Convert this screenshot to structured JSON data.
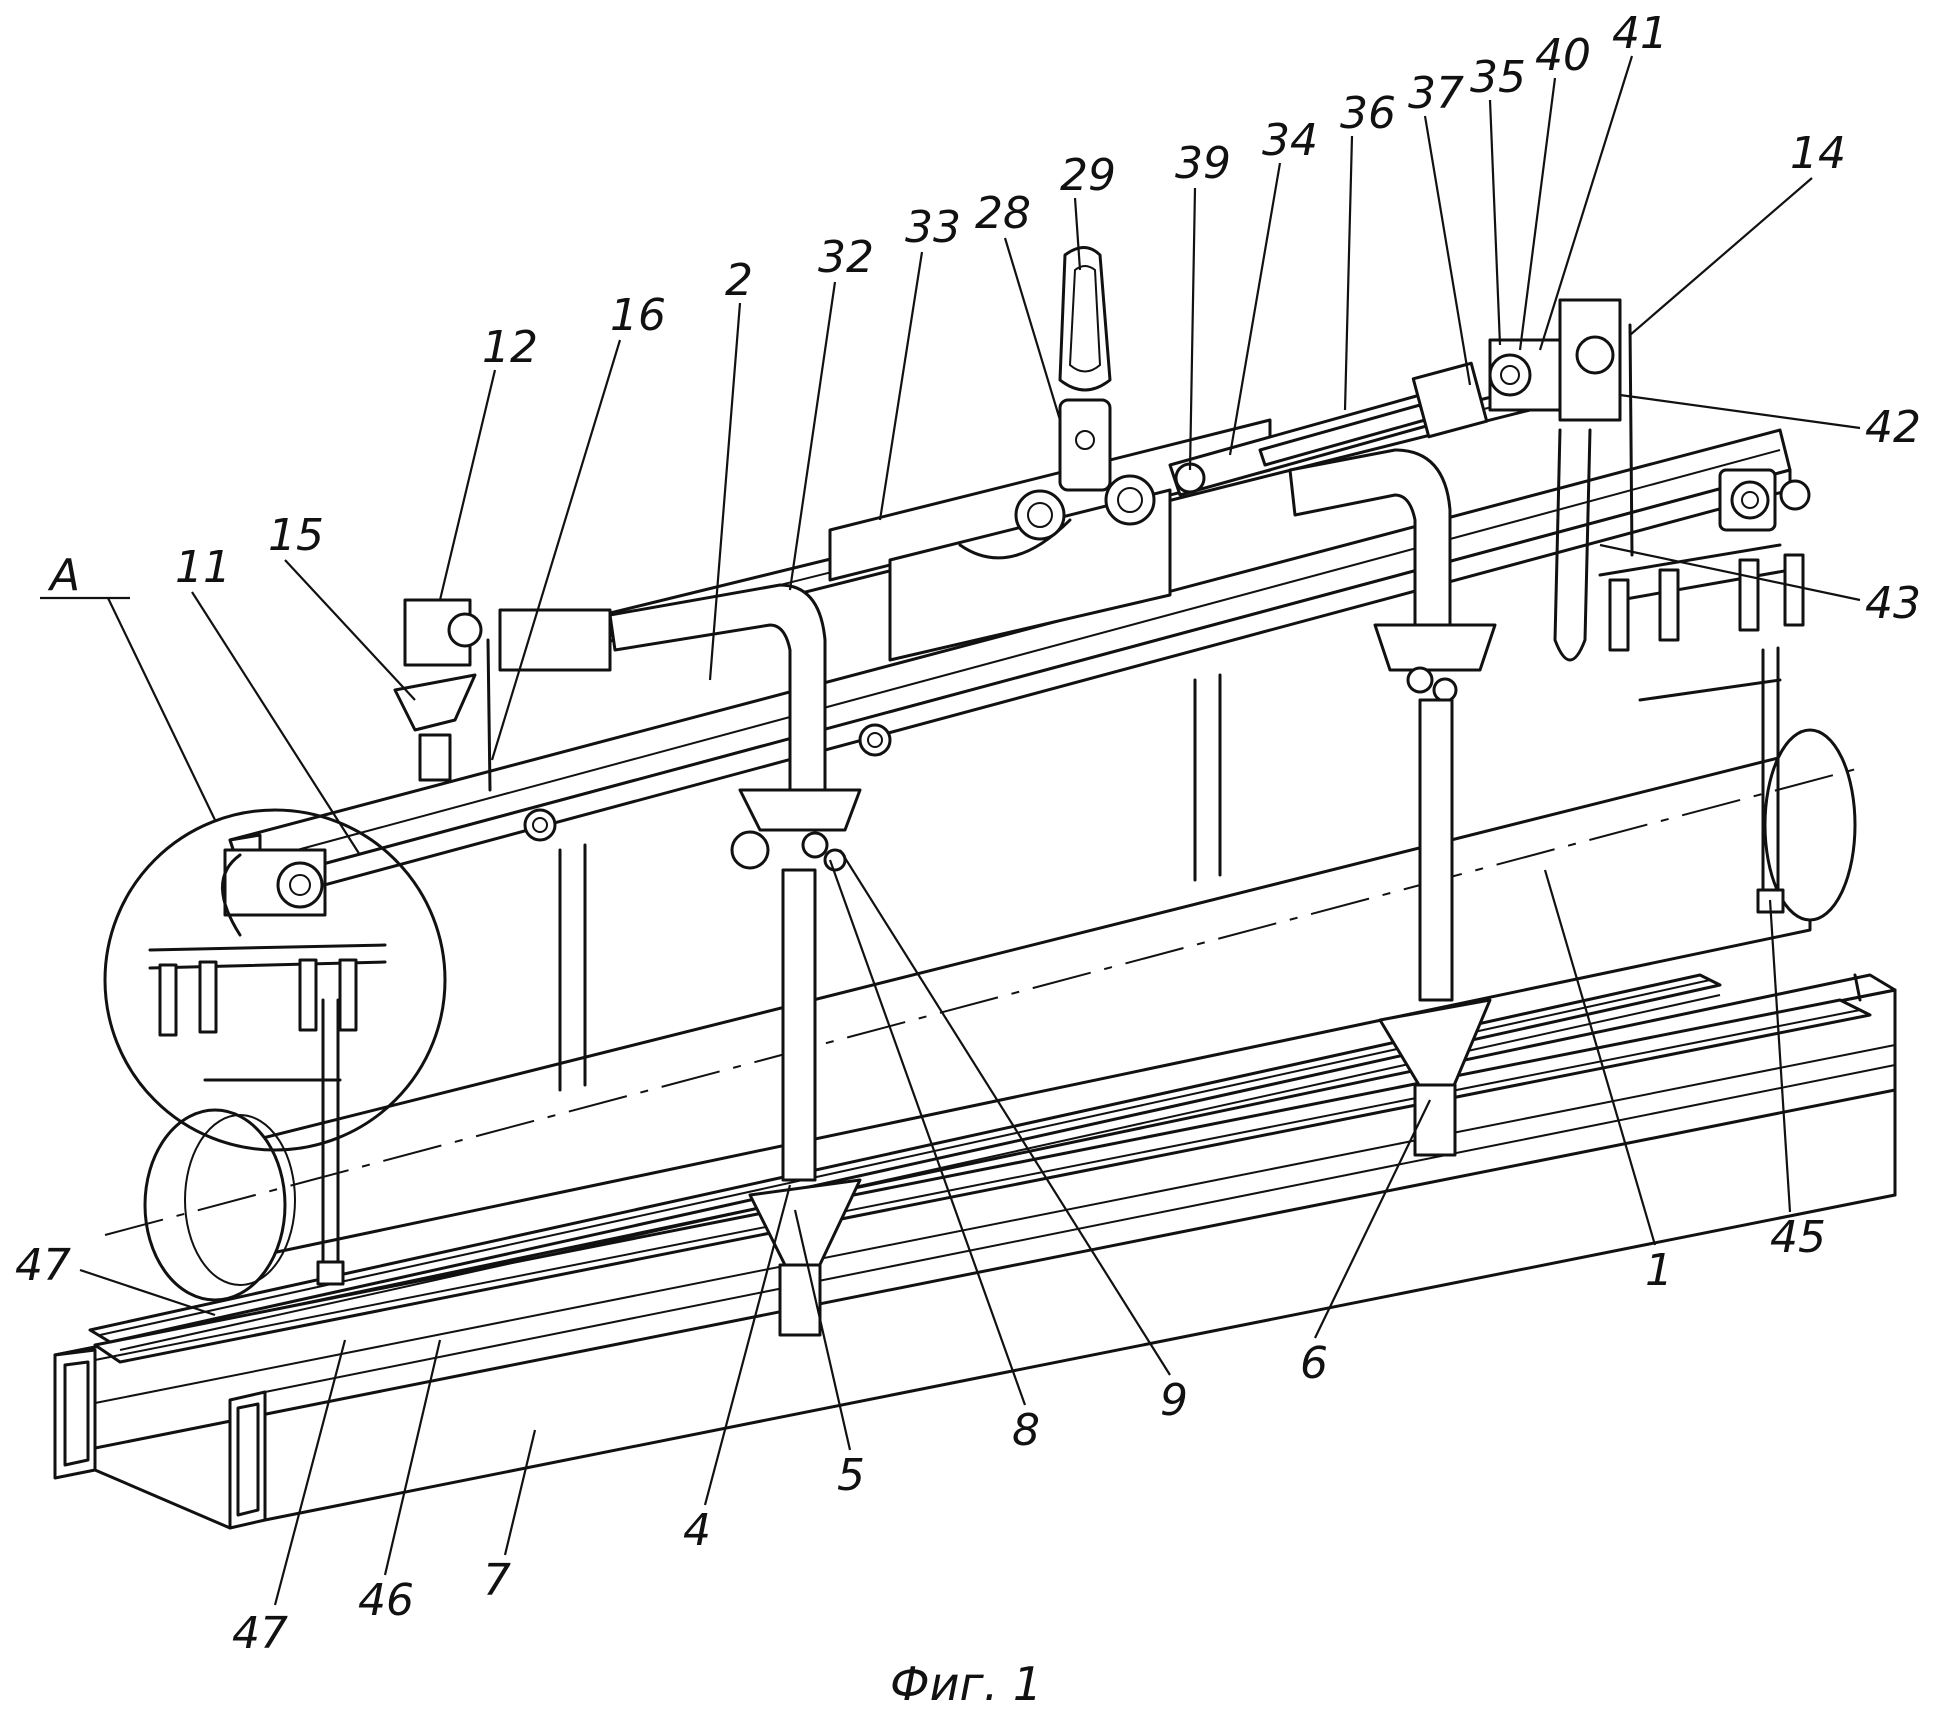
{
  "figure": {
    "caption": "Фиг. 1",
    "view_label": "A",
    "labels": [
      "12",
      "16",
      "2",
      "32",
      "33",
      "28",
      "29",
      "39",
      "34",
      "36",
      "37",
      "35",
      "40",
      "41",
      "14",
      "42",
      "43",
      "45",
      "11",
      "15",
      "47",
      "47",
      "46",
      "7",
      "4",
      "5",
      "8",
      "9",
      "6",
      "1"
    ]
  }
}
